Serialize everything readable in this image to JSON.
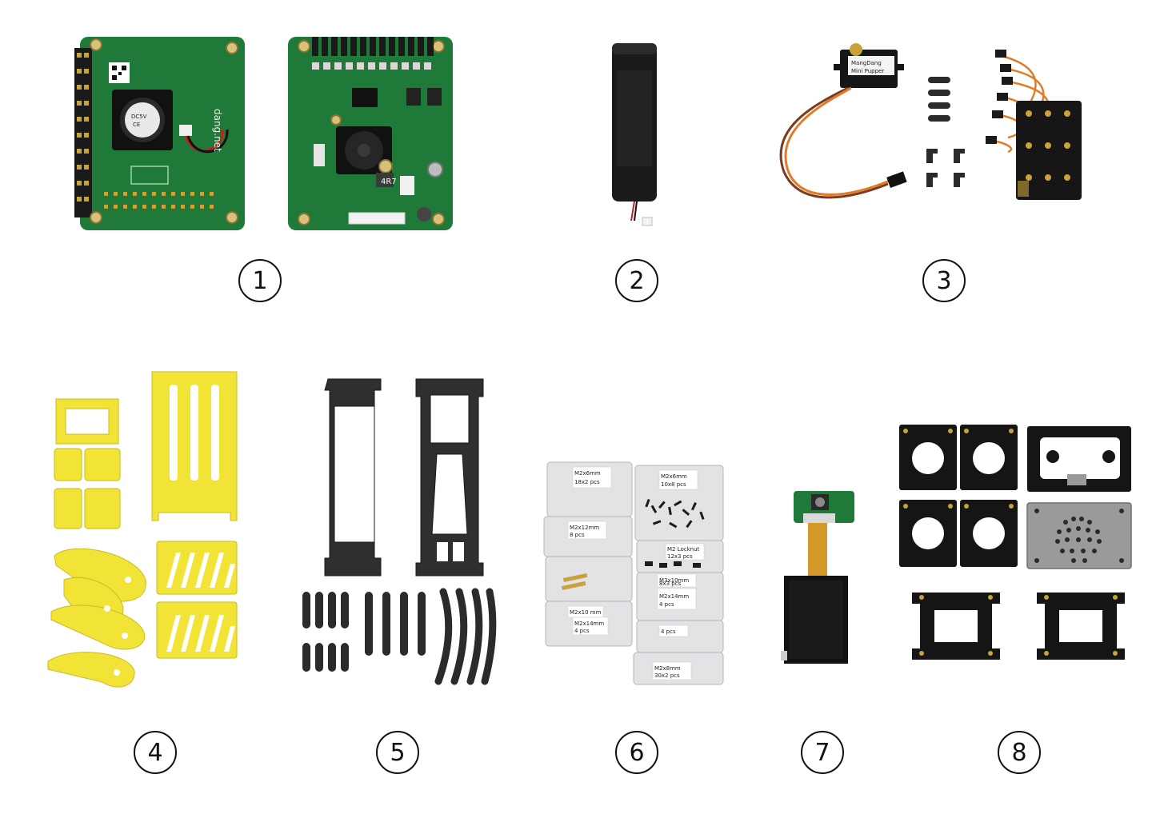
{
  "items": [
    {
      "label": "1",
      "printed": [
        "dang.net",
        "4R7"
      ]
    },
    {
      "label": "2"
    },
    {
      "label": "3",
      "printed": [
        "MangDang",
        "Mini Pupper"
      ]
    },
    {
      "label": "4"
    },
    {
      "label": "5"
    },
    {
      "label": "6",
      "printed": [
        "M2x6mm",
        "18x2 pcs",
        "M2x12mm",
        "8 pcs",
        "M2x10 mm",
        "M2x14mm",
        "4 pcs",
        "M2x6mm",
        "10x8 pcs",
        "M2 Locknut",
        "12x3 pcs",
        "M3x10mm",
        "8x3 pcs",
        "M2x14mm",
        "4 pcs",
        "4 pcs",
        "M2x8mm",
        "30x2 pcs"
      ]
    },
    {
      "label": "7"
    },
    {
      "label": "8"
    }
  ],
  "colors": {
    "pcb_green": "#1f7a3a",
    "pcb_dark": "#145a2a",
    "gold": "#c9a23a",
    "acrylic_yellow": "#f2e437",
    "carbon": "#2f2f2f",
    "plastic_black": "#151515",
    "servo_wire_orange": "#e07b2a",
    "servo_wire_brown": "#7a3b1e",
    "metal_grey": "#9a9a9a"
  }
}
